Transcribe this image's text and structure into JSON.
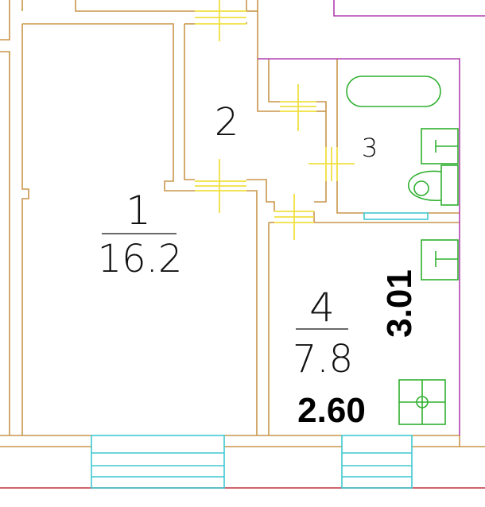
{
  "rooms": [
    {
      "number": "1",
      "area": "16.2"
    },
    {
      "number": "2"
    },
    {
      "number": "3"
    },
    {
      "number": "4",
      "area": "7.8"
    }
  ],
  "dimensions": {
    "kitchen_depth": "3.01",
    "kitchen_width": "2.60"
  },
  "colors": {
    "walls": "#C8964A",
    "bathroom_walls": "#B040B0",
    "doors": "#F0E040",
    "windows": "#40C8D0",
    "fixtures": "#30B030",
    "exterior_line": "#C03040",
    "text": "#111111"
  }
}
